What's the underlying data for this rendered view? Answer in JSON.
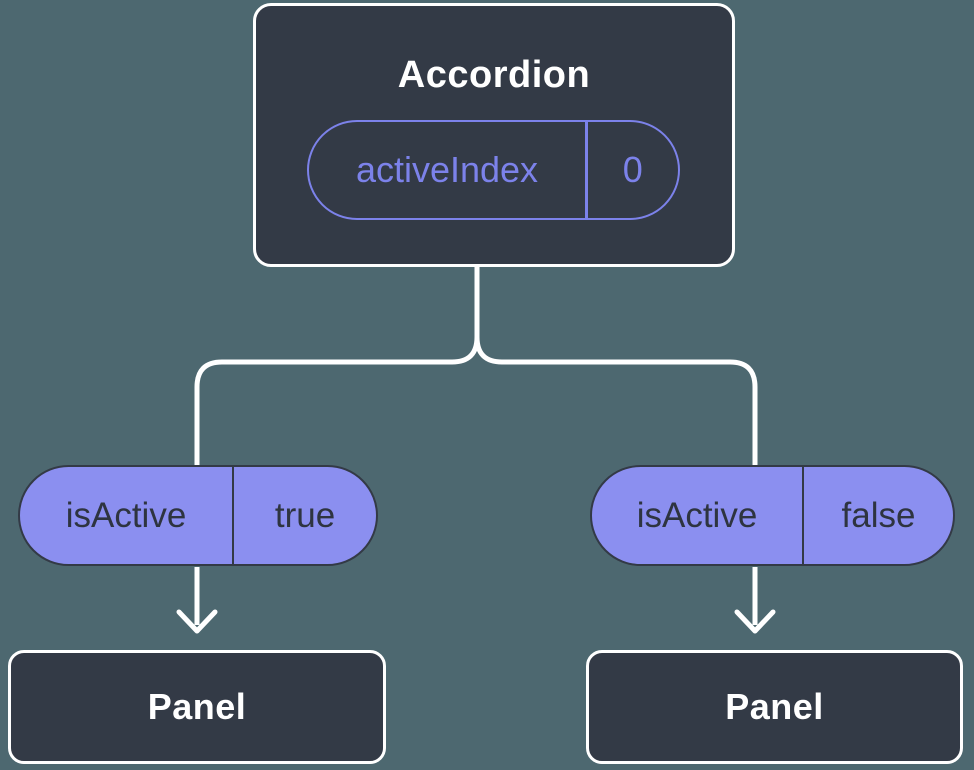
{
  "diagram": {
    "description": "Component tree diagram: an Accordion parent passing state down to two Panel children",
    "root": {
      "title": "Accordion",
      "prop": {
        "name": "activeIndex",
        "value": "0"
      }
    },
    "branches": [
      {
        "prop": {
          "name": "isActive",
          "value": "true"
        },
        "child": {
          "title": "Panel"
        }
      },
      {
        "prop": {
          "name": "isActive",
          "value": "false"
        },
        "child": {
          "title": "Panel"
        }
      }
    ]
  },
  "colors": {
    "background": "#4D6870",
    "node_fill": "#333A46",
    "node_border": "#FFFFFF",
    "accent_purple": "#7C82EA",
    "pill_fill": "#8B8FF0",
    "pill_text": "#2E3440",
    "connector": "#FFFFFF"
  }
}
